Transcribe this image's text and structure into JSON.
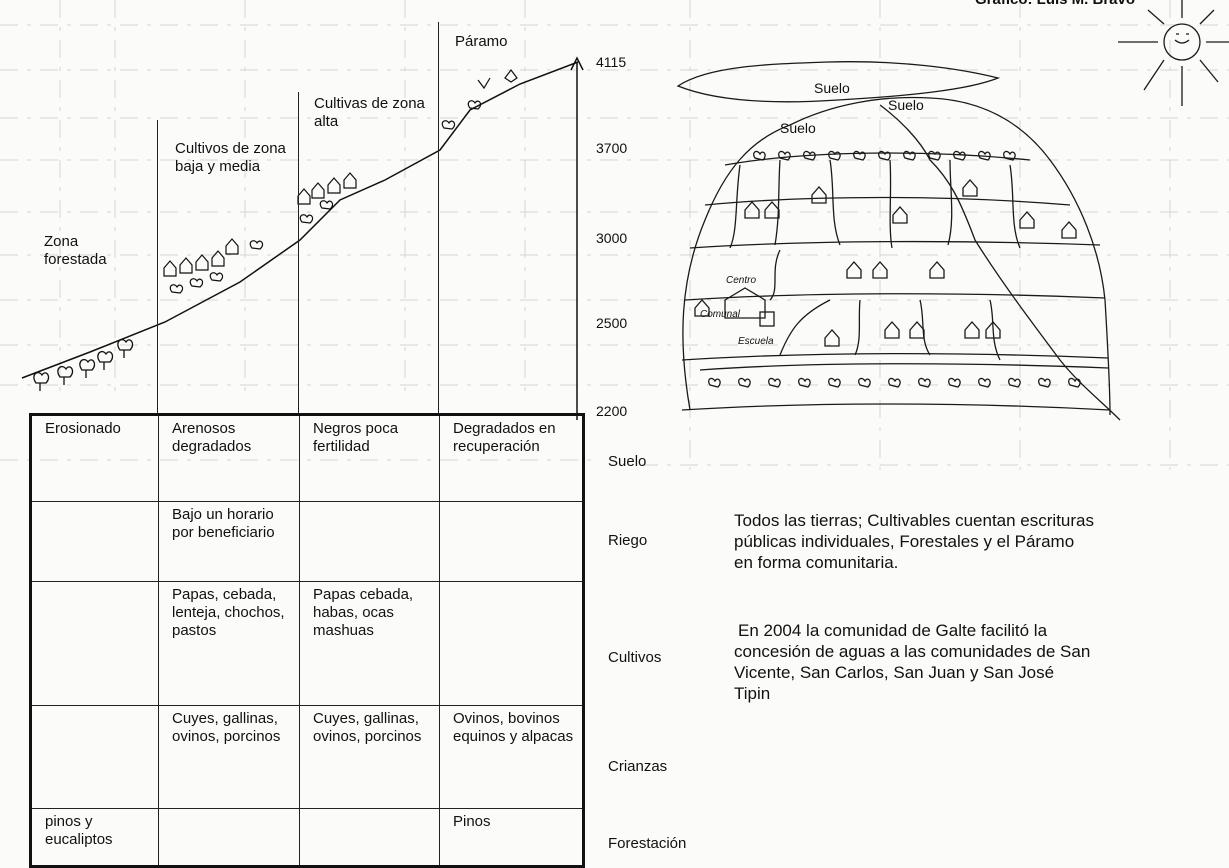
{
  "credit": "Gráfico: Luis M. Bravo",
  "profile_labels": {
    "zona_forestada": "Zona forestada",
    "cultivos_baja": "Cultivos de zona baja y media",
    "cultivas_alta": "Cultivas de zona alta",
    "paramo": "Páramo"
  },
  "altitudes": [
    "4115",
    "3700",
    "3000",
    "2500",
    "2200"
  ],
  "map_labels": {
    "suelo_1": "Suelo",
    "suelo_2": "Suelo",
    "suelo_3": "Suelo",
    "centro": "Centro",
    "comunal": "Comunal",
    "escuela": "Escuela"
  },
  "row_labels": [
    "Suelo",
    "Riego",
    "Cultivos",
    "Crianzas",
    "Forestación"
  ],
  "table": {
    "rows": [
      [
        "Erosionado",
        "Arenosos degradados",
        "Negros poca fertilidad",
        "Degradados en recuperación"
      ],
      [
        "",
        "Bajo un horario por beneficiario",
        "",
        ""
      ],
      [
        "",
        "Papas, cebada, lenteja, chochos, pastos",
        "Papas cebada, habas, ocas mashuas",
        ""
      ],
      [
        "",
        "Cuyes, gallinas, ovinos, porcinos",
        "Cuyes, gallinas, ovinos, porcinos",
        "Ovinos, bovinos equinos y alpacas"
      ],
      [
        "pinos y eucaliptos",
        "",
        "",
        "Pinos"
      ]
    ]
  },
  "notes": {
    "tierras": "Todos las tierras; Cultivables cuentan escrituras públicas individuales, Forestales y el Páramo en forma comunitaria.",
    "agua": "En 2004 la comunidad de Galte facilitó la concesión de aguas a las comunidades de San Vicente, San Carlos, San Juan y San José Tipin"
  }
}
